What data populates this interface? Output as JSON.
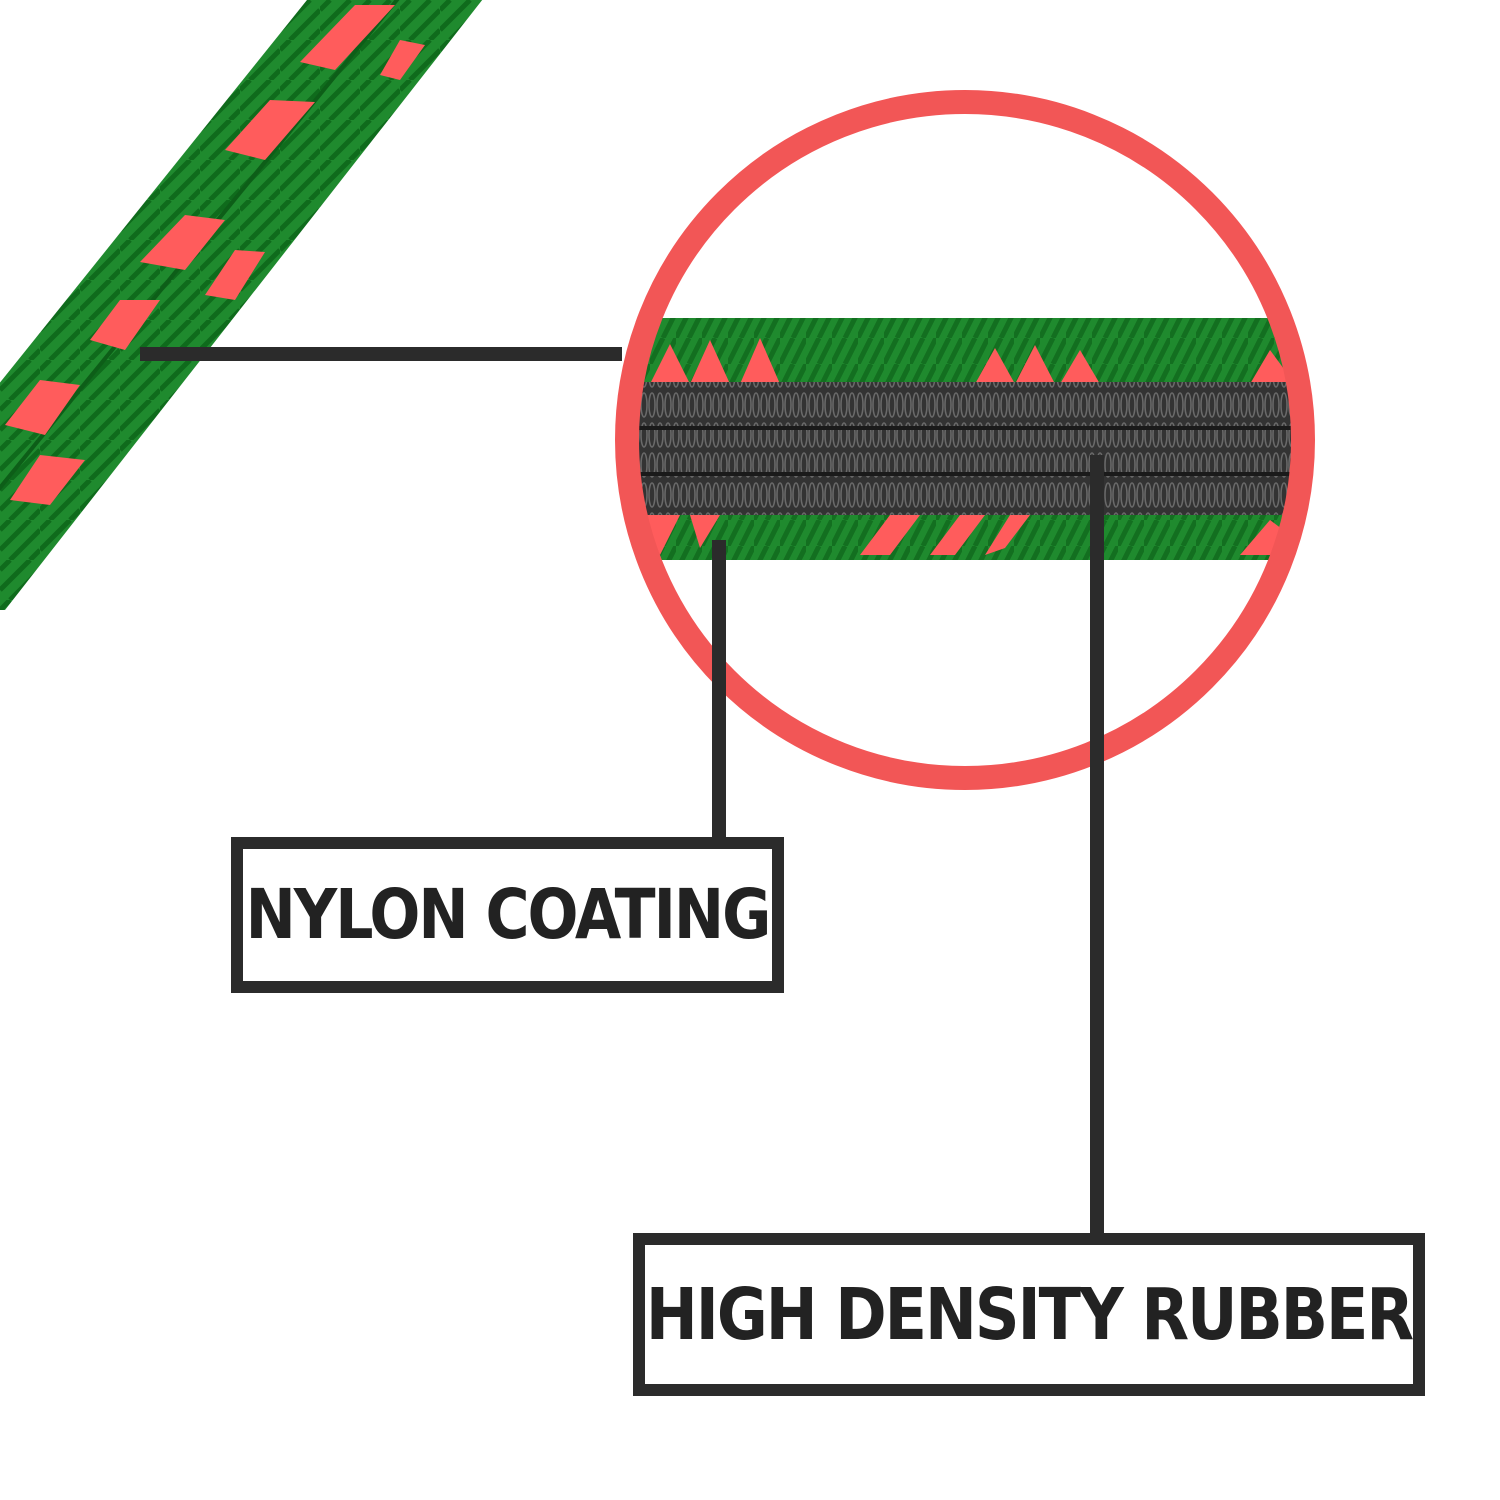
{
  "colors": {
    "background": "#ffffff",
    "rope_green": "#1f8a2e",
    "rope_green_dark": "#0f6b1c",
    "rope_stripe": "#ff5c5c",
    "magnifier_ring": "#f25656",
    "leader_line": "#2b2b2b",
    "rubber_core": "#3a3a3a"
  },
  "labels": {
    "nylon": "NYLON COATING",
    "rubber": "HIGH DENSITY RUBBER"
  },
  "icons": {
    "rope": "braided-bungee-cord",
    "magnifier": "magnified-cross-section"
  }
}
